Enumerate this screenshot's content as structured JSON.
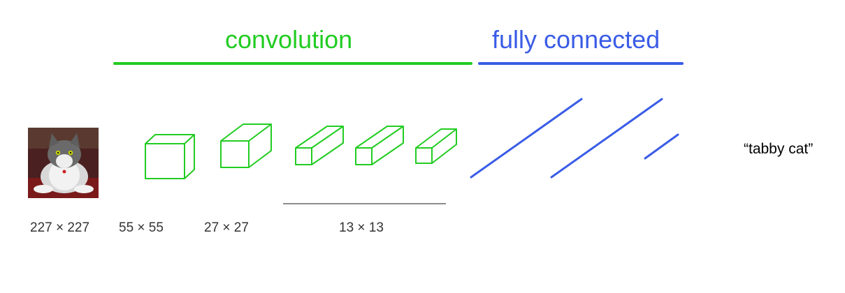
{
  "sections": {
    "convolution": {
      "label": "convolution",
      "color": "#22cc22"
    },
    "fully_connected": {
      "label": "fully connected",
      "color": "#3a5ce6"
    }
  },
  "input_image": {
    "description_icon": "cat-photo-icon"
  },
  "sizes": {
    "input": "227 × 227",
    "conv1": "55 × 55",
    "conv2": "27 × 27",
    "conv345": "13 × 13"
  },
  "output": {
    "label": "“tabby cat”"
  },
  "colors": {
    "conv": "#22cc22",
    "fc": "#3a5ce6",
    "divider": "#666666"
  }
}
